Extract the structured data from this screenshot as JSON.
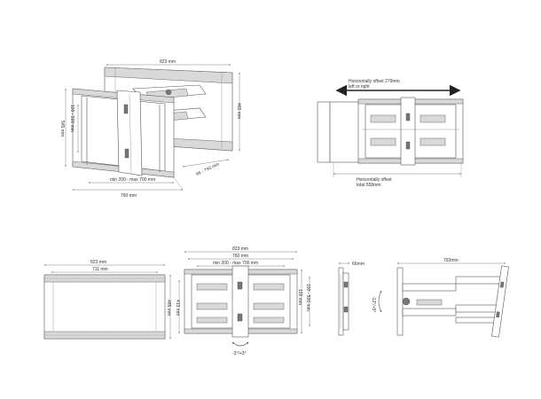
{
  "iso": {
    "width": "823 mm",
    "height": "465 mm",
    "vesa_h": "100 - 500 mm",
    "vesa_w": "min 200 - max 700 mm",
    "plate_w": "760 mm",
    "depth": "66 - 793 mm"
  },
  "offset": {
    "top_label": "Horizontally offset 279mm\nleft or right",
    "bottom_label": "Horizontally offset\ntotal 558mm"
  },
  "front": {
    "width": "823 mm",
    "inner": "711 mm",
    "height": "465 mm",
    "height2": "413 mm"
  },
  "arm_front": {
    "width": "823 mm",
    "plate": "760 mm",
    "vesa_w": "min 200 - max 700 mm",
    "height": "100 mm",
    "vesa_h": "100 - 500 mm",
    "tilt": "-3°/+3°"
  },
  "side_folded": {
    "depth": "66mm"
  },
  "side_extended": {
    "depth": "793mm",
    "tilt": "-12°/+5°"
  }
}
